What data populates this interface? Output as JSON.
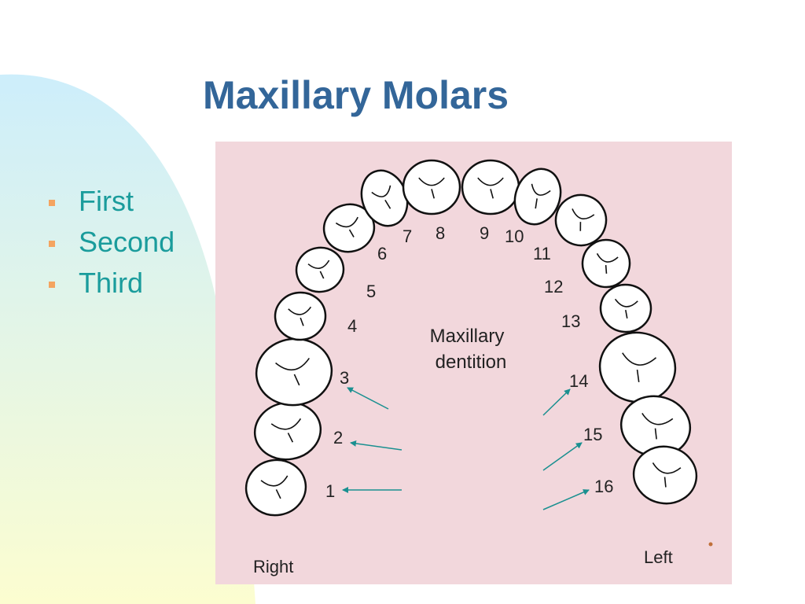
{
  "slide": {
    "title": "Maxillary Molars",
    "bullets": [
      "First",
      "Second",
      "Third"
    ],
    "colors": {
      "title": "#336699",
      "bullet_text": "#1a9c9c",
      "bullet_marker": "#f4a460",
      "figure_bg": "#f2d7dc",
      "arrow": "#1a9090"
    }
  },
  "figure": {
    "caption_line1": "Maxillary",
    "caption_line2": "dentition",
    "side_right": "Right",
    "side_left": "Left",
    "tooth_numbers": [
      "1",
      "2",
      "3",
      "4",
      "5",
      "6",
      "7",
      "8",
      "9",
      "10",
      "11",
      "12",
      "13",
      "14",
      "15",
      "16"
    ]
  }
}
